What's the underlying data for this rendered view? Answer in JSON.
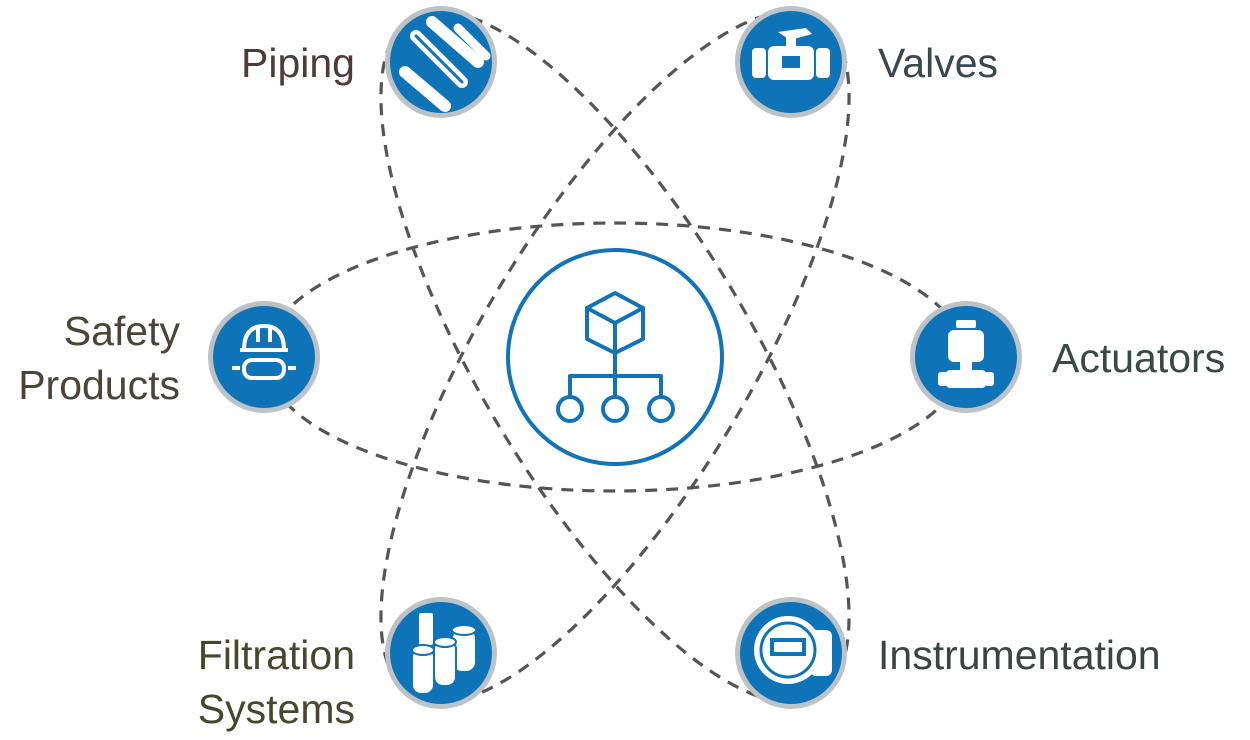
{
  "colors": {
    "node_fill": "#0f73b8",
    "node_ring": "#bcc2c6",
    "center_stroke": "#1273b9",
    "orbit_stroke": "#555555",
    "icon_white": "#ffffff"
  },
  "center": {
    "icon": "hierarchy-cube-icon"
  },
  "nodes": [
    {
      "id": "piping",
      "label_lines": [
        "Piping"
      ],
      "icon": "pipes-icon"
    },
    {
      "id": "valves",
      "label_lines": [
        "Valves"
      ],
      "icon": "ball-valve-icon"
    },
    {
      "id": "safety",
      "label_lines": [
        "Safety",
        "Products"
      ],
      "icon": "hardhat-goggles-icon"
    },
    {
      "id": "actuators",
      "label_lines": [
        "Actuators"
      ],
      "icon": "actuator-icon"
    },
    {
      "id": "filtration",
      "label_lines": [
        "Filtration",
        "Systems"
      ],
      "icon": "filter-cartridges-icon"
    },
    {
      "id": "instrumentation",
      "label_lines": [
        "Instrumentation"
      ],
      "icon": "meter-gauge-icon"
    }
  ]
}
